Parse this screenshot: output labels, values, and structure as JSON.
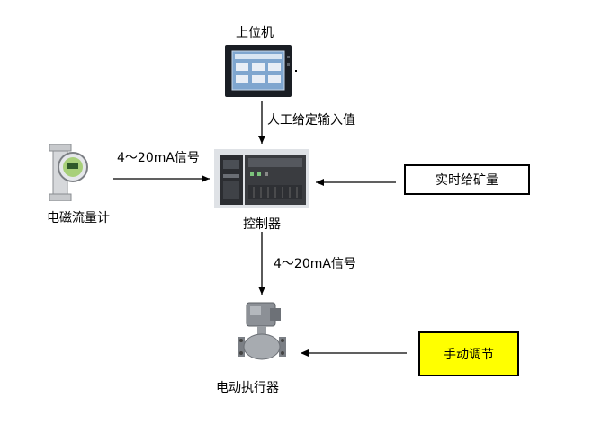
{
  "nodes": {
    "upper_computer": "上位机",
    "controller": "控制器",
    "flowmeter": "电磁流量计",
    "actuator": "电动执行器",
    "realtime_feed": "实时给矿量",
    "manual_adjust": "手动调节"
  },
  "edges": {
    "manual_setpoint": "人工给定输入值",
    "signal_in": "4～20mA信号",
    "signal_out": "4～20mA信号"
  },
  "colors": {
    "manual_box_fill": "#ffff00",
    "screen_frame": "#1a1e24",
    "screen": "#7fa6cf",
    "plc_body": "#3a3c40"
  },
  "icons": {
    "upper_computer": "hmi-touch-panel-icon",
    "controller": "plc-module-icon",
    "flowmeter": "flowmeter-icon",
    "actuator": "electric-valve-actuator-icon"
  }
}
